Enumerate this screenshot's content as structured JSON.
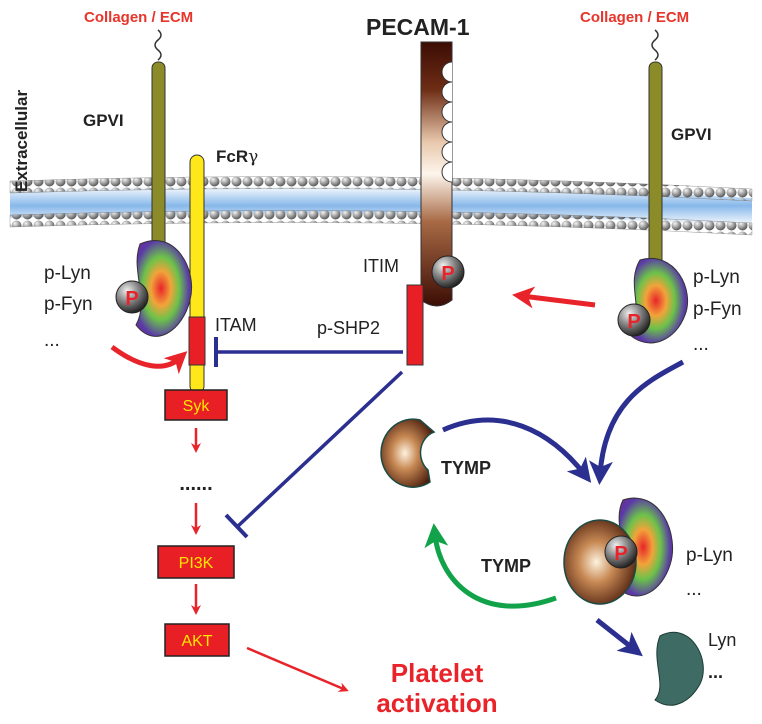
{
  "labels": {
    "collagen_left": "Collagen / ECM",
    "collagen_right": "Collagen / ECM",
    "pecam": "PECAM-1",
    "extracellular": "Extracellular",
    "gpvi_left": "GPVI",
    "gpvi_right": "GPVI",
    "fcr": "FcR",
    "fcr_gamma": "γ",
    "lyn_left": "p-Lyn",
    "fyn_left": "p-Fyn",
    "dots_left": "...",
    "itam": "ITAM",
    "itim": "ITIM",
    "shp2": "p-SHP2",
    "lyn_right": "p-Lyn",
    "fyn_right": "p-Fyn",
    "dots_right": "...",
    "syk": "Syk",
    "ellipsis_path": "......",
    "pi3k": "PI3K",
    "akt": "AKT",
    "tymp_top": "TYMP",
    "tymp_bottom": "TYMP",
    "lyn_bound": "p-Lyn",
    "dots_bound": "...",
    "lyn_free": "Lyn",
    "dots_free": "...",
    "platelet_line1": "Platelet",
    "platelet_line2": "activation",
    "phospho": "P"
  },
  "colors": {
    "red_text": "#e8342a",
    "arrow_red": "#e8242a",
    "inhibit_blue": "#2b2f8f",
    "green_arrow": "#12a34a",
    "gpvi_olive": "#8b8b2a",
    "fcr_yellow": "#ffe81a",
    "box_red": "#e81f25",
    "box_text": "#ffe600"
  }
}
